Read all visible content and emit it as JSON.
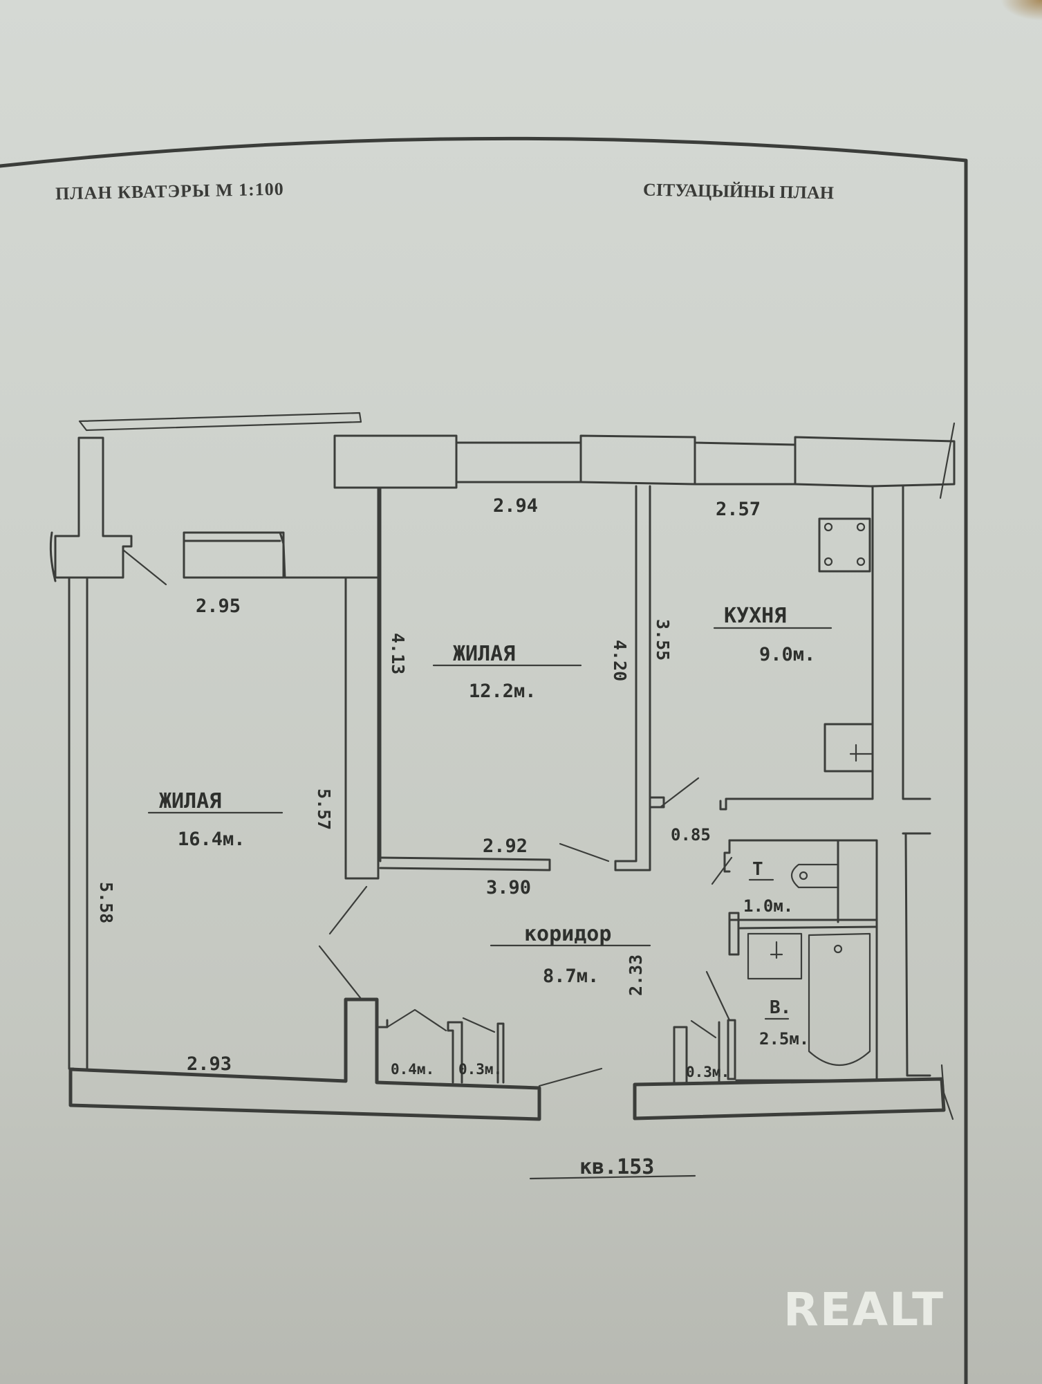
{
  "document": {
    "title_left": "ПЛАН КВАТЭРЫ М 1:100",
    "title_right": "СІТУАЦЫЙНЫ ПЛАН",
    "apartment_label": "кв.153",
    "watermark": "REALT"
  },
  "rooms": [
    {
      "name": "ЖИЛАЯ",
      "area": "16.4м."
    },
    {
      "name": "ЖИЛАЯ",
      "area": "12.2м."
    },
    {
      "name": "КУХНЯ",
      "area": "9.0м."
    },
    {
      "name": "коридор",
      "area": "8.7м."
    },
    {
      "name": "Т",
      "area": "1.0м."
    },
    {
      "name": "В.",
      "area": "2.5м."
    },
    {
      "name": "",
      "area": "0.4м."
    },
    {
      "name": "",
      "area": "0.3м."
    },
    {
      "name": "",
      "area": "0.3м."
    }
  ],
  "dimensions": {
    "living1_top": "2.95",
    "living1_bottom": "2.93",
    "living1_left": "5.58",
    "living1_right": "5.57",
    "living2_top": "2.94",
    "living2_bottom": "2.92",
    "living2_left": "4.13",
    "living2_right": "4.20",
    "corridor_width": "3.90",
    "kitchen_top": "2.57",
    "kitchen_left": "3.55",
    "doorway": "0.85",
    "corridor_depth": "2.33"
  }
}
